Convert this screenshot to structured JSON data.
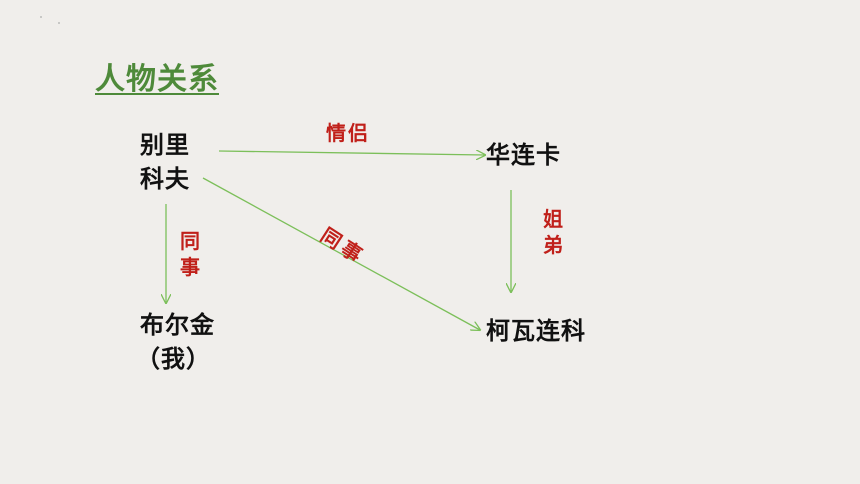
{
  "title": "人物关系",
  "nodes": {
    "bielikefu": [
      "别里",
      "科夫"
    ],
    "hualianka": [
      "华连卡"
    ],
    "buerjin": [
      "布尔金",
      "（我）"
    ],
    "kewalianke": [
      "柯瓦连科"
    ]
  },
  "relations": {
    "bielikefu_hualianka": "情侣",
    "bielikefu_buerjin": [
      "同",
      "事"
    ],
    "bielikefu_kewalianke": "同事",
    "hualianka_kewalianke": [
      "姐",
      "弟"
    ]
  },
  "colors": {
    "background": "#f0eeeb",
    "title": "#4e8a3a",
    "arrow": "#7cbf5a",
    "relation": "#c0201a",
    "node": "#111111"
  }
}
